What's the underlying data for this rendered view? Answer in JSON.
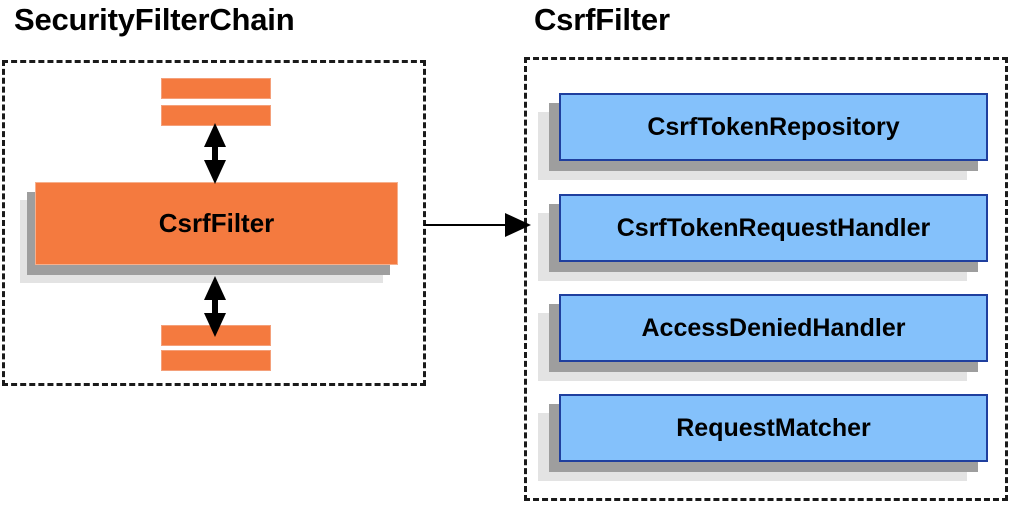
{
  "diagram": {
    "title_left": "SecurityFilterChain",
    "title_right": "CsrfFilter",
    "colors": {
      "orange_fill": "#F47A3F",
      "orange_border": "#F6B08D",
      "blue_fill": "#84C1FB",
      "blue_border": "#1F3F9E",
      "shadow_dark": "#9E9E9E",
      "shadow_light": "#E3E3E3",
      "dashed_border": "#1A1A1A",
      "arrow": "#000000",
      "background": "#FFFFFF"
    }
  },
  "left_panel": {
    "title": "SecurityFilterChain",
    "highlighted_filter": "CsrfFilter",
    "filters_above": [
      "",
      ""
    ],
    "filters_below": [
      "",
      ""
    ],
    "arrows": [
      {
        "name": "arrow-above-csrffilter",
        "direction": "bidirectional",
        "orientation": "vertical"
      },
      {
        "name": "arrow-below-csrffilter",
        "direction": "bidirectional",
        "orientation": "vertical"
      }
    ]
  },
  "connector": {
    "name": "arrow-left-to-right",
    "direction": "right",
    "from": "SecurityFilterChain",
    "to": "CsrfFilter"
  },
  "right_panel": {
    "title": "CsrfFilter",
    "collaborators": [
      {
        "label": "CsrfTokenRepository"
      },
      {
        "label": "CsrfTokenRequestHandler"
      },
      {
        "label": "AccessDeniedHandler"
      },
      {
        "label": "RequestMatcher"
      }
    ]
  }
}
